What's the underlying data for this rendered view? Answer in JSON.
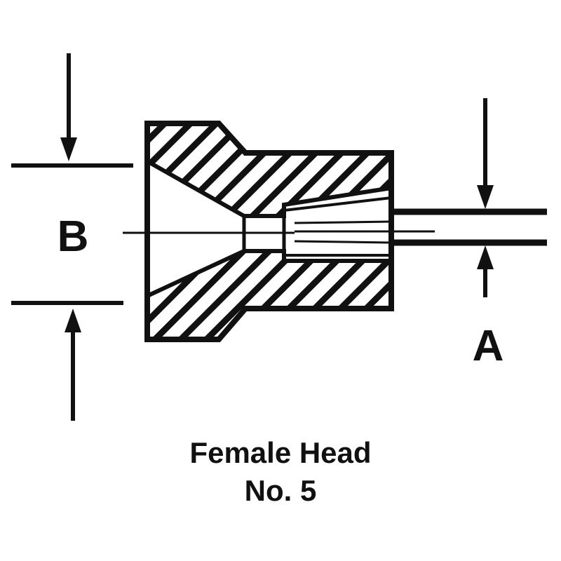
{
  "labels": {
    "dimension_b": "B",
    "dimension_a": "A"
  },
  "caption": {
    "line1": "Female Head",
    "line2": "No. 5"
  },
  "colors": {
    "ink": "#111111",
    "background": "#ffffff"
  }
}
